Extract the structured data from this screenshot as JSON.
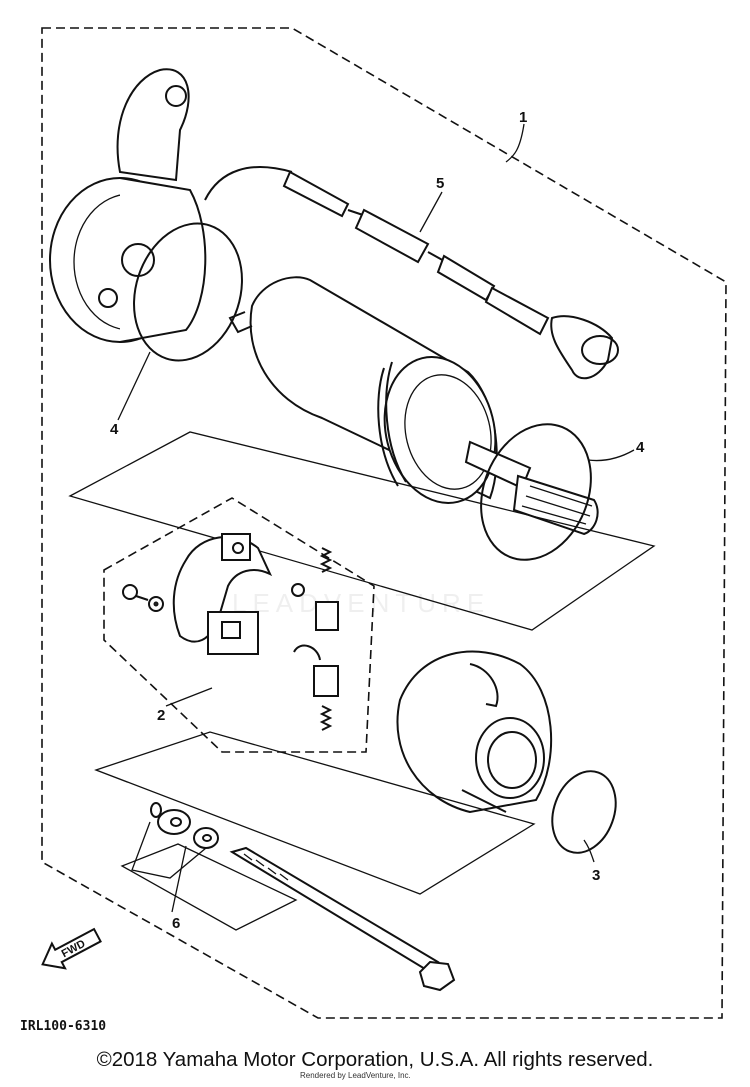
{
  "diagram": {
    "callouts": {
      "starter_assy": "1",
      "brush_set": "2",
      "o_ring_small": "3",
      "o_ring_upper": "4",
      "o_ring_lower": "4",
      "lead_wire": "5",
      "bolt_set": "6"
    },
    "figure_code": "IRL100-6310",
    "fwd_label": "FWD",
    "watermark": "LEADVENTURE"
  },
  "footer": {
    "copyright": "©2018 Yamaha Motor Corporation, U.S.A. All rights reserved.",
    "rendered_by": "Rendered by LeadVenture, Inc."
  }
}
